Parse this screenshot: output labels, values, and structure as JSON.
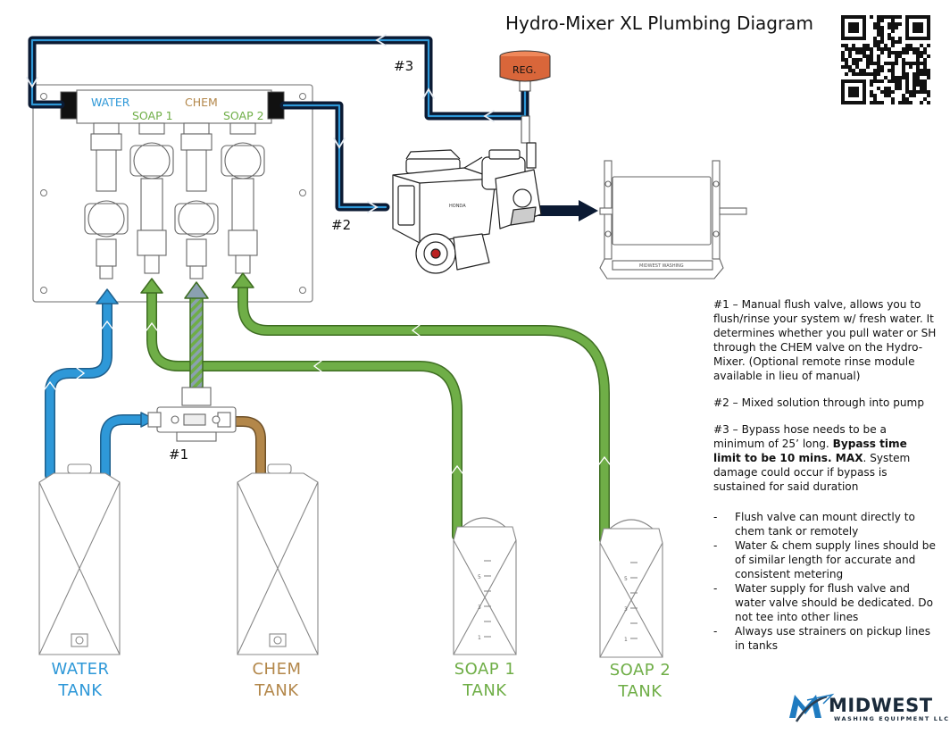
{
  "title": "Hydro-Mixer XL Plumbing Diagram",
  "colors": {
    "water": "#2e98d8",
    "chem": "#b3874a",
    "soap": "#6fae47",
    "bypass": "#0b1a33",
    "reg": "#d9663a",
    "brand": "#1f7bc0"
  },
  "manifold_labels": {
    "water": "WATER",
    "soap1": "SOAP 1",
    "chem": "CHEM",
    "soap2": "SOAP 2"
  },
  "regulator_label": "REG.",
  "callouts": {
    "c1": "#1",
    "c2": "#2",
    "c3": "#3"
  },
  "tanks": {
    "water": [
      "WATER",
      "TANK"
    ],
    "chem": [
      "CHEM",
      "TANK"
    ],
    "soap1": [
      "SOAP 1",
      "TANK"
    ],
    "soap2": [
      "SOAP 2",
      "TANK"
    ]
  },
  "notes": {
    "n1": "#1 – Manual flush valve, allows you to flush/rinse your system w/ fresh water. It determines whether you pull water or SH through the CHEM valve on the Hydro-Mixer. (Optional remote rinse module available in lieu of manual)",
    "n2": "#2 – Mixed solution through into pump",
    "n3_pre": "#3 – Bypass hose needs to be a minimum of 25’ long. ",
    "n3_bold": "Bypass time limit to be 10 mins. MAX",
    "n3_post": ". System damage could occur if bypass is sustained for said duration",
    "bullet_dash": "-",
    "bullets": [
      "Flush valve can mount directly to chem tank or remotely",
      "Water & chem supply lines should be of similar length for accurate and consistent metering",
      "Water supply for flush valve and water valve should be dedicated. Do not tee into other lines",
      "Always use strainers on pickup lines in tanks"
    ]
  },
  "logo": {
    "name": "MIDWEST",
    "sub": "WASHING EQUIPMENT LLC"
  },
  "reel_label": "MIDWEST WASHING",
  "soap_tank_marks": [
    "5",
    "3",
    "1"
  ],
  "pump_badge": "HONDA"
}
